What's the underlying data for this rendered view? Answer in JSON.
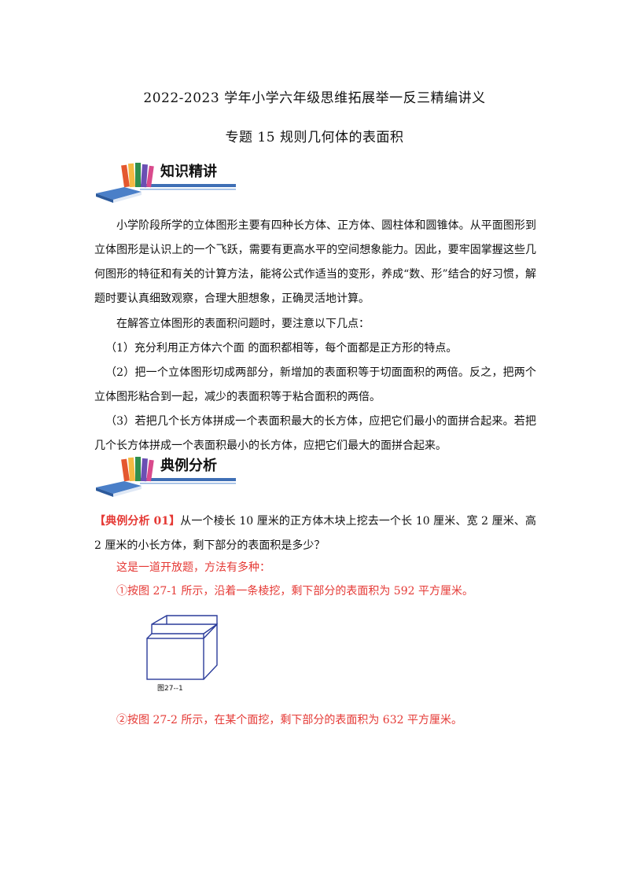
{
  "header": {
    "main_title": "2022-2023 学年小学六年级思维拓展举一反三精编讲义",
    "sub_title": "专题 15 规则几何体的表面积"
  },
  "sections": {
    "knowledge": "知识精讲",
    "examples": "典例分析"
  },
  "knowledge_paragraphs": [
    "小学阶段所学的立体图形主要有四种长方体、正方体、圆柱体和圆锥体。从平面图形到立体图形是认识上的一个飞跃，需要有更高水平的空间想象能力。因此，要牢固掌握这些几何图形的特征和有关的计算方法，能将公式作适当的变形，养成“数、形”结合的好习惯，解题时要认真细致观察，合理大胆想象，正确灵活地计算。",
    "在解答立体图形的表面积问题时，要注意以下几点：",
    "（1）充分利用正方体六个面 的面积都相等，每个面都是正方形的特点。",
    "（2）把一个立体图形切成两部分，新增加的表面积等于切面面积的两倍。反之，把两个立体图形粘合到一起，减少的表面积等于粘合面积的两倍。",
    "（3）若把几个长方体拼成一个表面积最大的长方体，应把它们最小的面拼合起来。若把几个长方体拼成一个表面积最小的长方体，应把它们最大的面拼合起来。"
  ],
  "example": {
    "tag": "【典例分析 01】",
    "question": "从一个棱长 10 厘米的正方体木块上挖去一个长 10 厘米、宽 2 厘米、高 2 厘米的小长方体，剩下部分的表面积是多少？",
    "answer_intro": "这是一道开放题，方法有多种：",
    "answer_1": "①按图 27-1 所示，沿着一条棱挖，剩下部分的表面积为 592 平方厘米。",
    "figure_caption": "图27--1",
    "answer_2": "②按图 27-2 所示，在某个面挖，剩下部分的表面积为 632 平方厘米。"
  },
  "colors": {
    "accent_red": "#e53935",
    "line_blue": "#2a3b9a",
    "header_underline": "#3f6fb5"
  }
}
